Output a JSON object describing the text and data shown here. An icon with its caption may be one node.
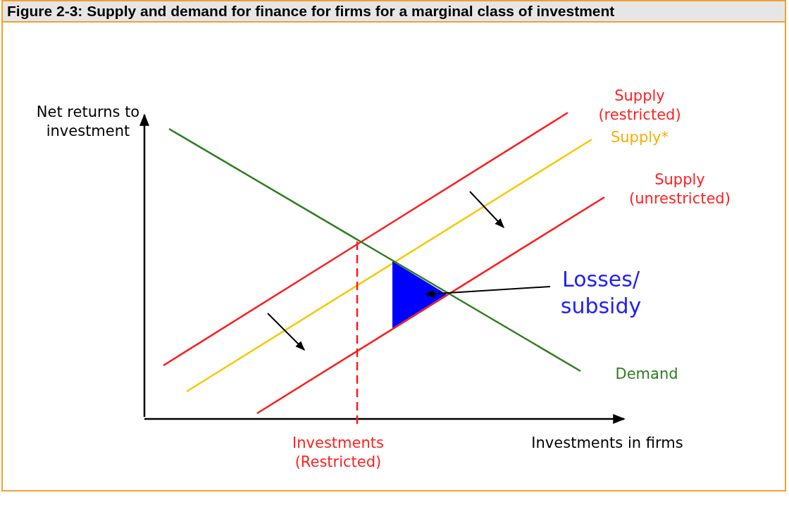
{
  "diagram": {
    "title": "Figure 2-3: Supply and demand for finance for firms for a marginal class of investment",
    "nodes": [
      {
        "text": [
          "Losses/ subsidy"
        ]
      },
      {
        "text": [],
        "shape": "triangle"
      }
    ],
    "edges": [
      {
        "from": 0,
        "to": 1,
        "arrow": "to"
      }
    ],
    "labels": [
      "Net returns to investment",
      "Supply (restricted)",
      "Supply*",
      "Supply (unrestricted)",
      "Demand",
      "Investments (Restricted)",
      "Investments in firms"
    ]
  }
}
